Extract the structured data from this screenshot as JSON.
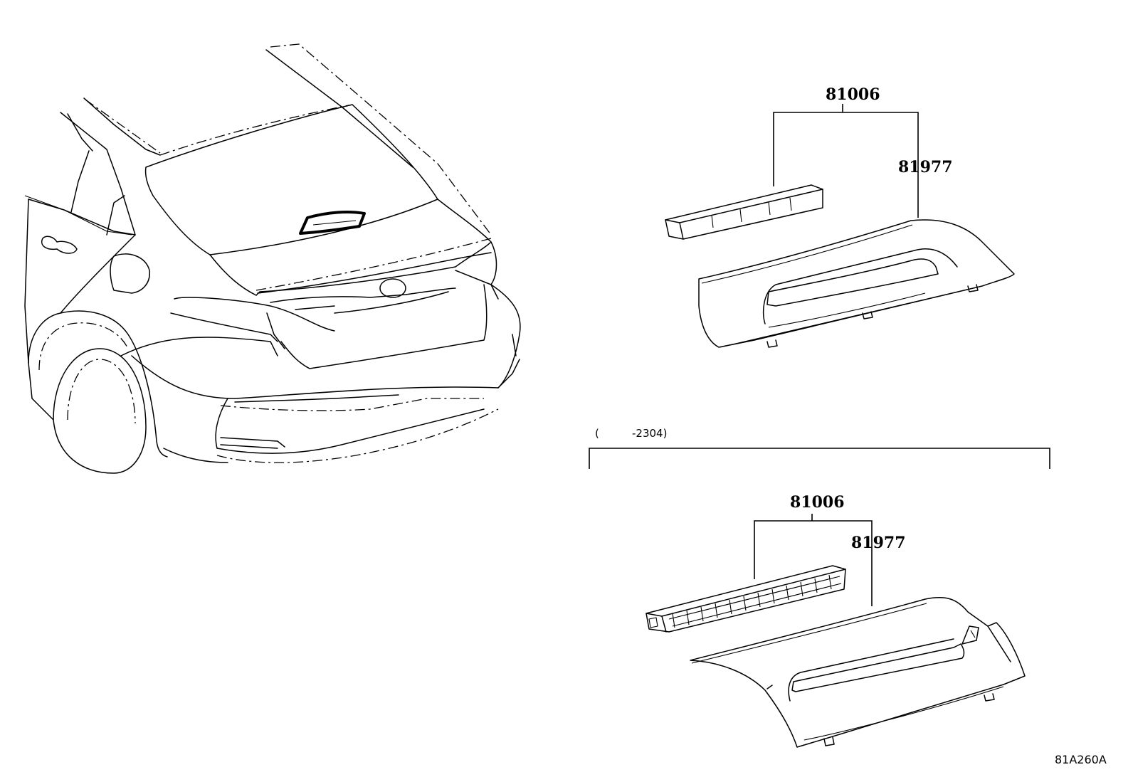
{
  "diagram": {
    "upper_group": {
      "assembly_part_number": "81006",
      "cover_part_number": "81977"
    },
    "lower_group": {
      "condition_open": "(",
      "condition_date": "-2304)",
      "assembly_part_number": "81006",
      "cover_part_number": "81977"
    },
    "illustration_code": "81A260A"
  }
}
